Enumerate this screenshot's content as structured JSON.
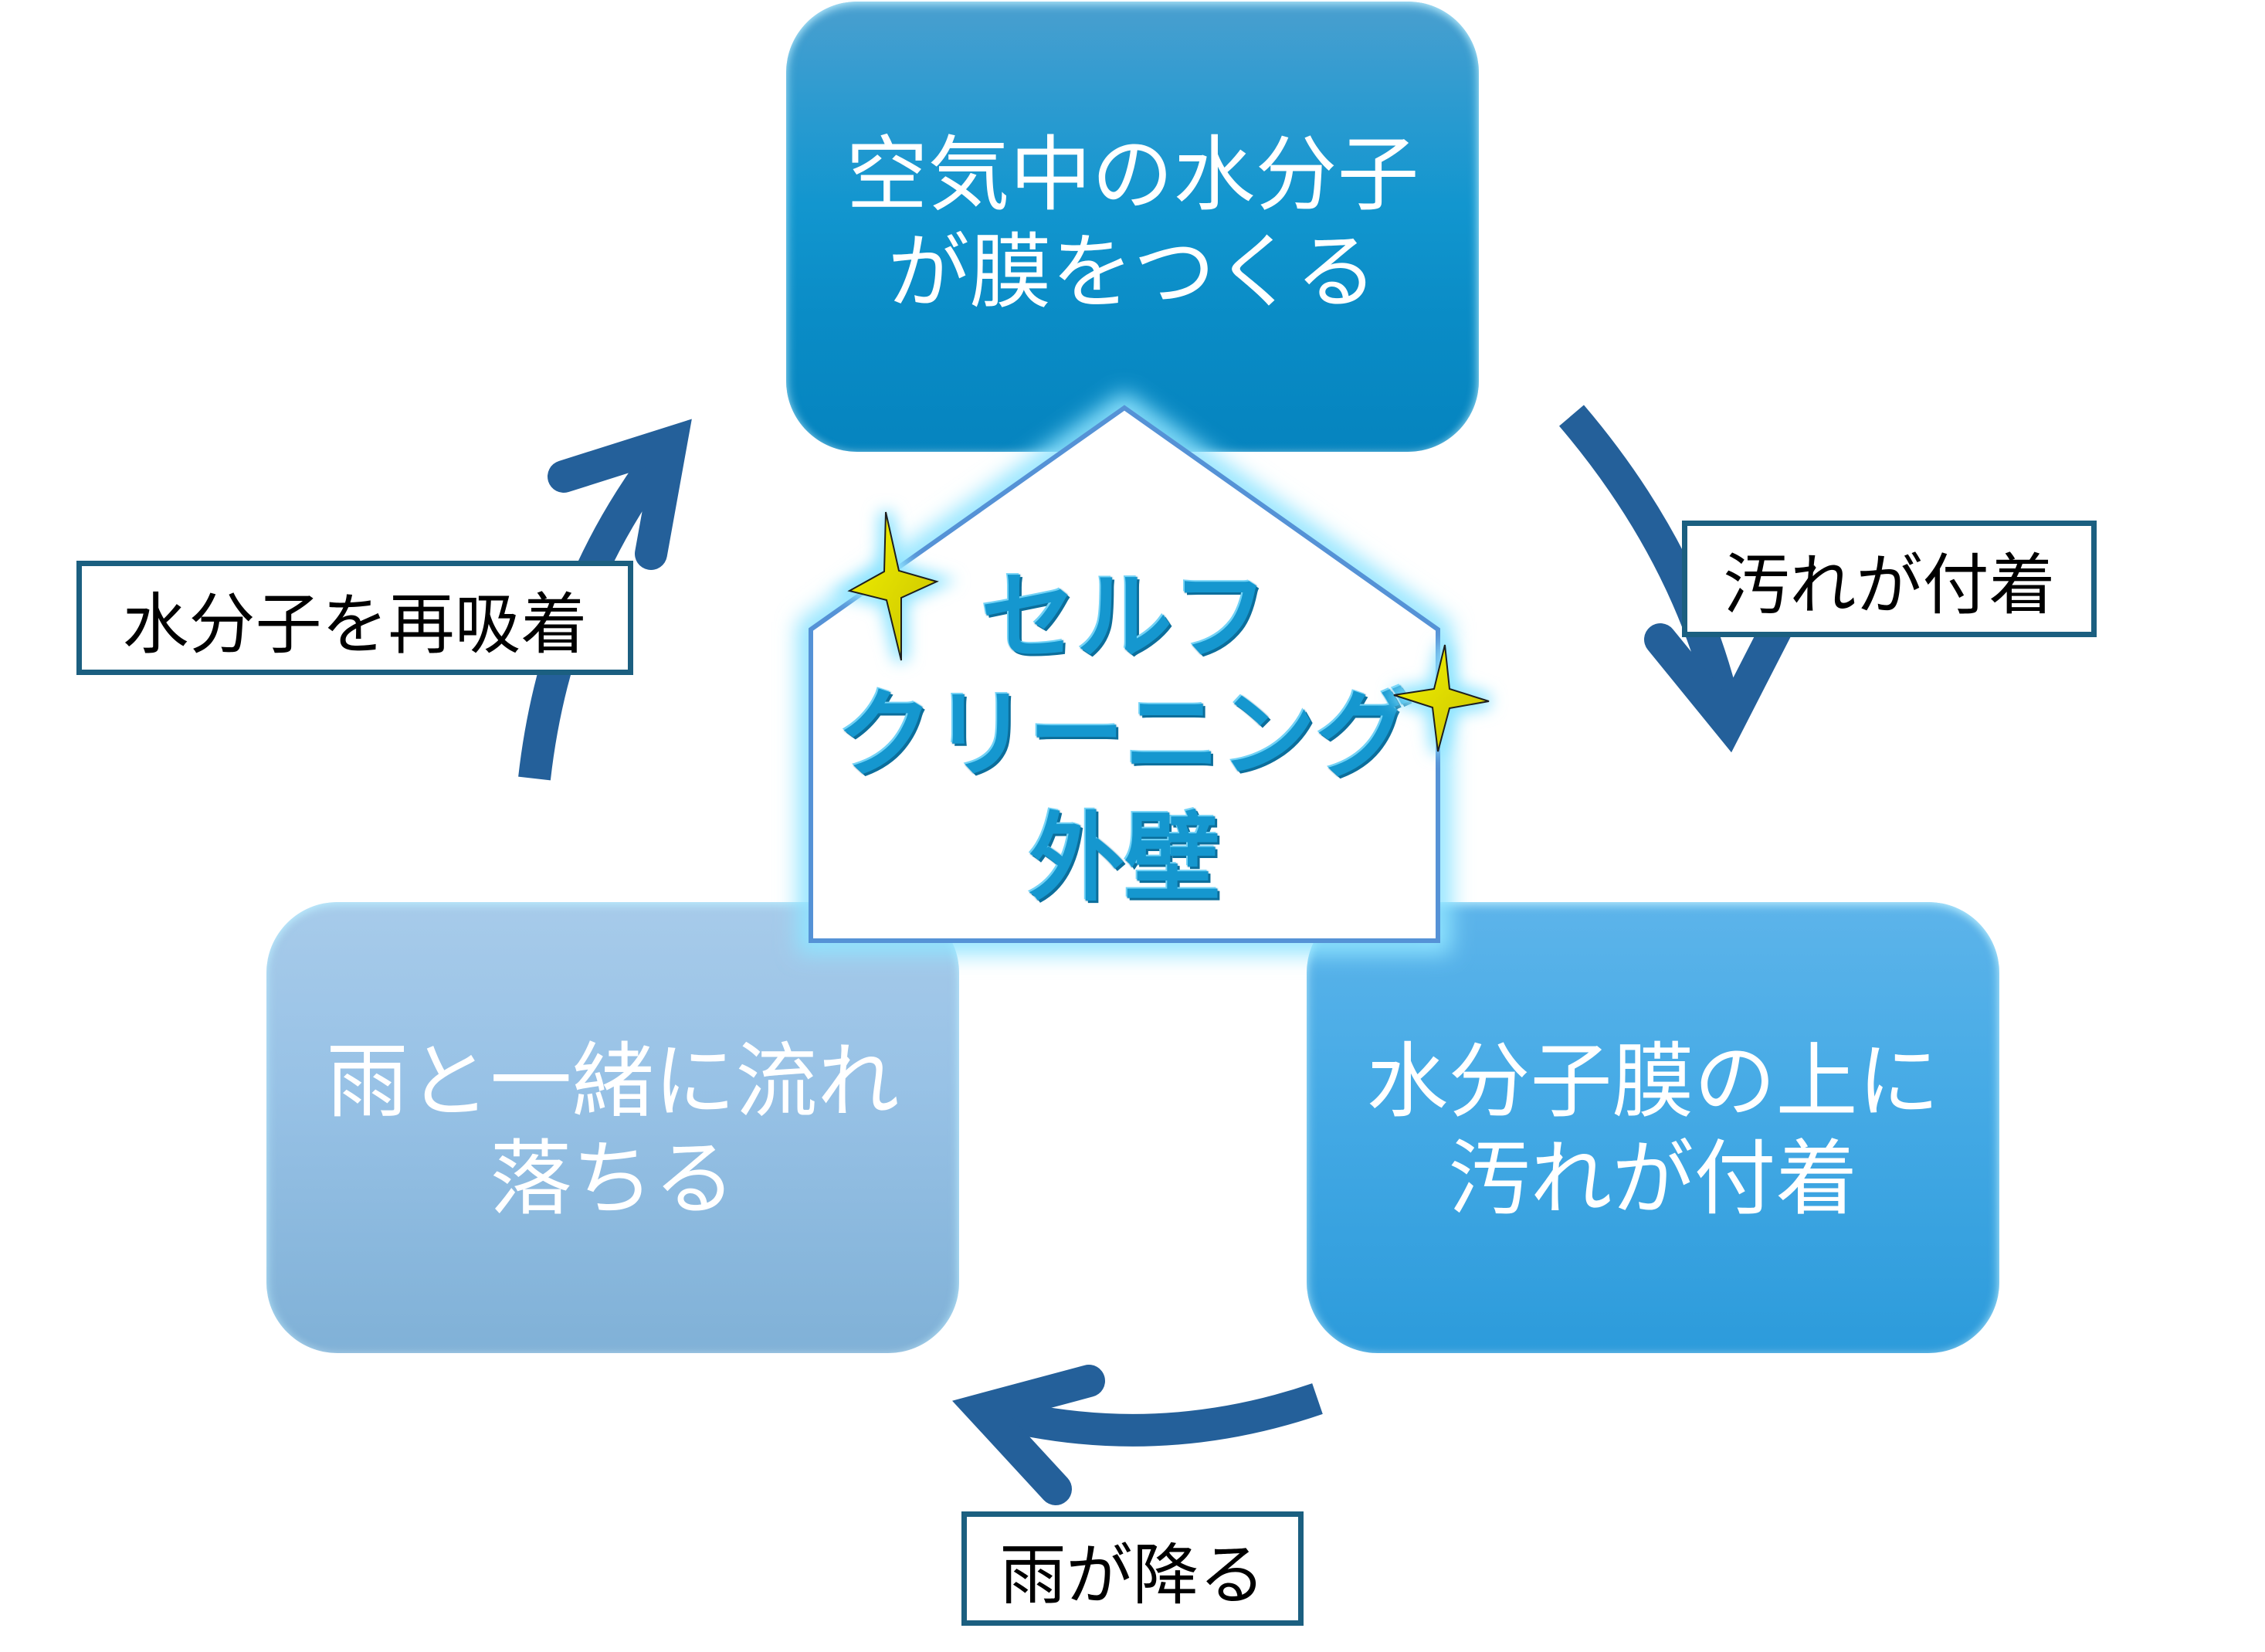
{
  "diagram": {
    "center": {
      "lines": [
        "セルフ",
        "クリーニング",
        "外壁"
      ]
    },
    "steps": {
      "top": {
        "lines": [
          "空気中の水分子",
          "が膜をつくる"
        ]
      },
      "bottom_right": {
        "lines": [
          "水分子膜の上に",
          "汚れが付着"
        ]
      },
      "bottom_left": {
        "lines": [
          "雨と一緒に流れ",
          "落ちる"
        ]
      }
    },
    "transitions": {
      "top_to_bottom_right": {
        "label": "汚れが付着",
        "icon": "curved-arrow-down"
      },
      "bottom_right_to_bottom_left": {
        "label": "雨が降る",
        "icon": "curved-arrow-left"
      },
      "bottom_left_to_top": {
        "label": "水分子を再吸着",
        "icon": "curved-arrow-up"
      }
    },
    "decorations": {
      "sparkles": [
        "sparkle-icon",
        "sparkle-icon"
      ],
      "center_shape": "house-icon"
    },
    "colors": {
      "top_step": "#1296cf",
      "bottom_right_step": "#47abe6",
      "bottom_left_step": "#98c2e6",
      "arrow": "#24609a",
      "label_border": "#1b5f80",
      "house_border": "#5592d6",
      "center_text": "#1597cf",
      "glow": "#8fe4ff",
      "sparkle": "#eeee00"
    }
  }
}
